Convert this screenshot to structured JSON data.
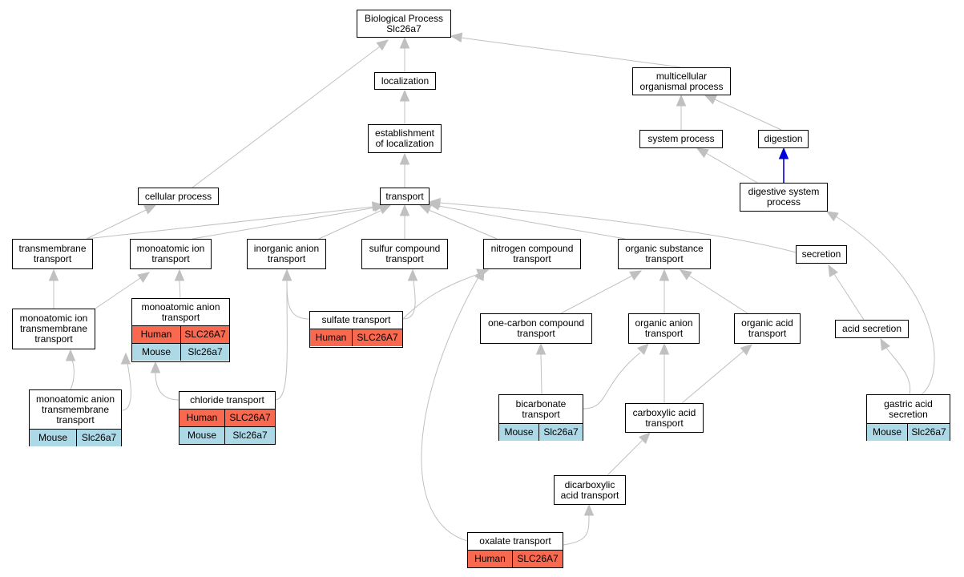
{
  "colors": {
    "edge": "#c0c0c0",
    "highlight_edge": "#0000dd",
    "human": "#f96950",
    "mouse": "#add8e6"
  },
  "nodes": {
    "bp": {
      "label": "Biological Process\nSlc26a7"
    },
    "localization": {
      "label": "localization"
    },
    "multicellular": {
      "label": "multicellular\norganismal process"
    },
    "establishment": {
      "label": "establishment\nof localization"
    },
    "system_process": {
      "label": "system process"
    },
    "digestion": {
      "label": "digestion"
    },
    "cellular_process": {
      "label": "cellular process"
    },
    "transport": {
      "label": "transport"
    },
    "digestive_system": {
      "label": "digestive system\nprocess"
    },
    "transmembrane": {
      "label": "transmembrane\ntransport"
    },
    "monoatomic_ion": {
      "label": "monoatomic ion\ntransport"
    },
    "inorganic_anion": {
      "label": "inorganic anion\ntransport"
    },
    "sulfur_compound": {
      "label": "sulfur compound\ntransport"
    },
    "nitrogen_compound": {
      "label": "nitrogen compound\ntransport"
    },
    "organic_substance": {
      "label": "organic substance\ntransport"
    },
    "secretion": {
      "label": "secretion"
    },
    "mi_transmembrane": {
      "label": "monoatomic ion\ntransmembrane\ntransport"
    },
    "monoatomic_anion": {
      "label": "monoatomic anion\ntransport",
      "human": "Human",
      "human_gene": "SLC26A7",
      "mouse": "Mouse",
      "mouse_gene": "Slc26a7"
    },
    "sulfate": {
      "label": "sulfate transport",
      "human": "Human",
      "human_gene": "SLC26A7"
    },
    "one_carbon": {
      "label": "one-carbon compound\ntransport"
    },
    "organic_anion": {
      "label": "organic anion\ntransport"
    },
    "organic_acid": {
      "label": "organic acid\ntransport"
    },
    "acid_secretion": {
      "label": "acid secretion"
    },
    "ma_transmembrane": {
      "label": "monoatomic anion\ntransmembrane\ntransport",
      "mouse": "Mouse",
      "mouse_gene": "Slc26a7"
    },
    "chloride": {
      "label": "chloride transport",
      "human": "Human",
      "human_gene": "SLC26A7",
      "mouse": "Mouse",
      "mouse_gene": "Slc26a7"
    },
    "bicarbonate": {
      "label": "bicarbonate\ntransport",
      "mouse": "Mouse",
      "mouse_gene": "Slc26a7"
    },
    "carboxylic": {
      "label": "carboxylic acid\ntransport"
    },
    "gastric": {
      "label": "gastric acid\nsecretion",
      "mouse": "Mouse",
      "mouse_gene": "Slc26a7"
    },
    "dicarboxylic": {
      "label": "dicarboxylic\nacid transport"
    },
    "oxalate": {
      "label": "oxalate transport",
      "human": "Human",
      "human_gene": "SLC26A7"
    }
  }
}
